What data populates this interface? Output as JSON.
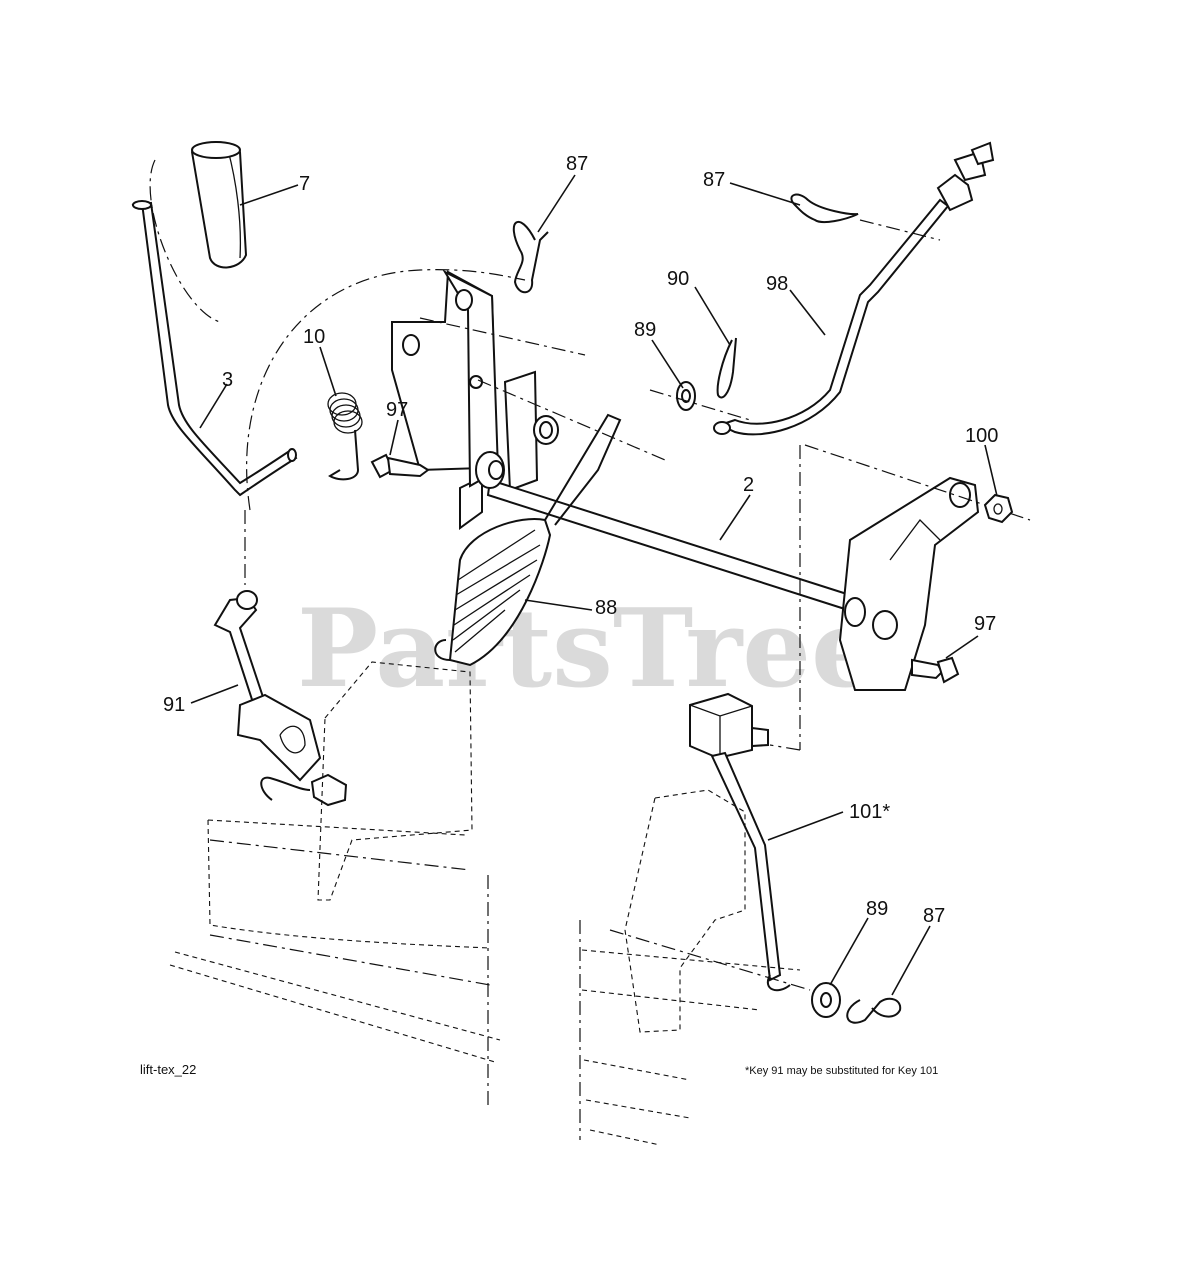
{
  "diagram": {
    "callouts": [
      {
        "id": "c7",
        "label": "7"
      },
      {
        "id": "c87a",
        "label": "87"
      },
      {
        "id": "c87b",
        "label": "87"
      },
      {
        "id": "c90",
        "label": "90"
      },
      {
        "id": "c89a",
        "label": "89"
      },
      {
        "id": "c98",
        "label": "98"
      },
      {
        "id": "c10",
        "label": "10"
      },
      {
        "id": "c3",
        "label": "3"
      },
      {
        "id": "c97a",
        "label": "97"
      },
      {
        "id": "c100",
        "label": "100"
      },
      {
        "id": "c2",
        "label": "2"
      },
      {
        "id": "c88",
        "label": "88"
      },
      {
        "id": "c97b",
        "label": "97"
      },
      {
        "id": "c91",
        "label": "91"
      },
      {
        "id": "c101",
        "label": "101*"
      },
      {
        "id": "c89b",
        "label": "89"
      },
      {
        "id": "c87c",
        "label": "87"
      }
    ],
    "figure_id": "lift-tex_22",
    "footnote": "*Key 91 may be substituted for Key 101",
    "watermark": "PartsTree"
  }
}
